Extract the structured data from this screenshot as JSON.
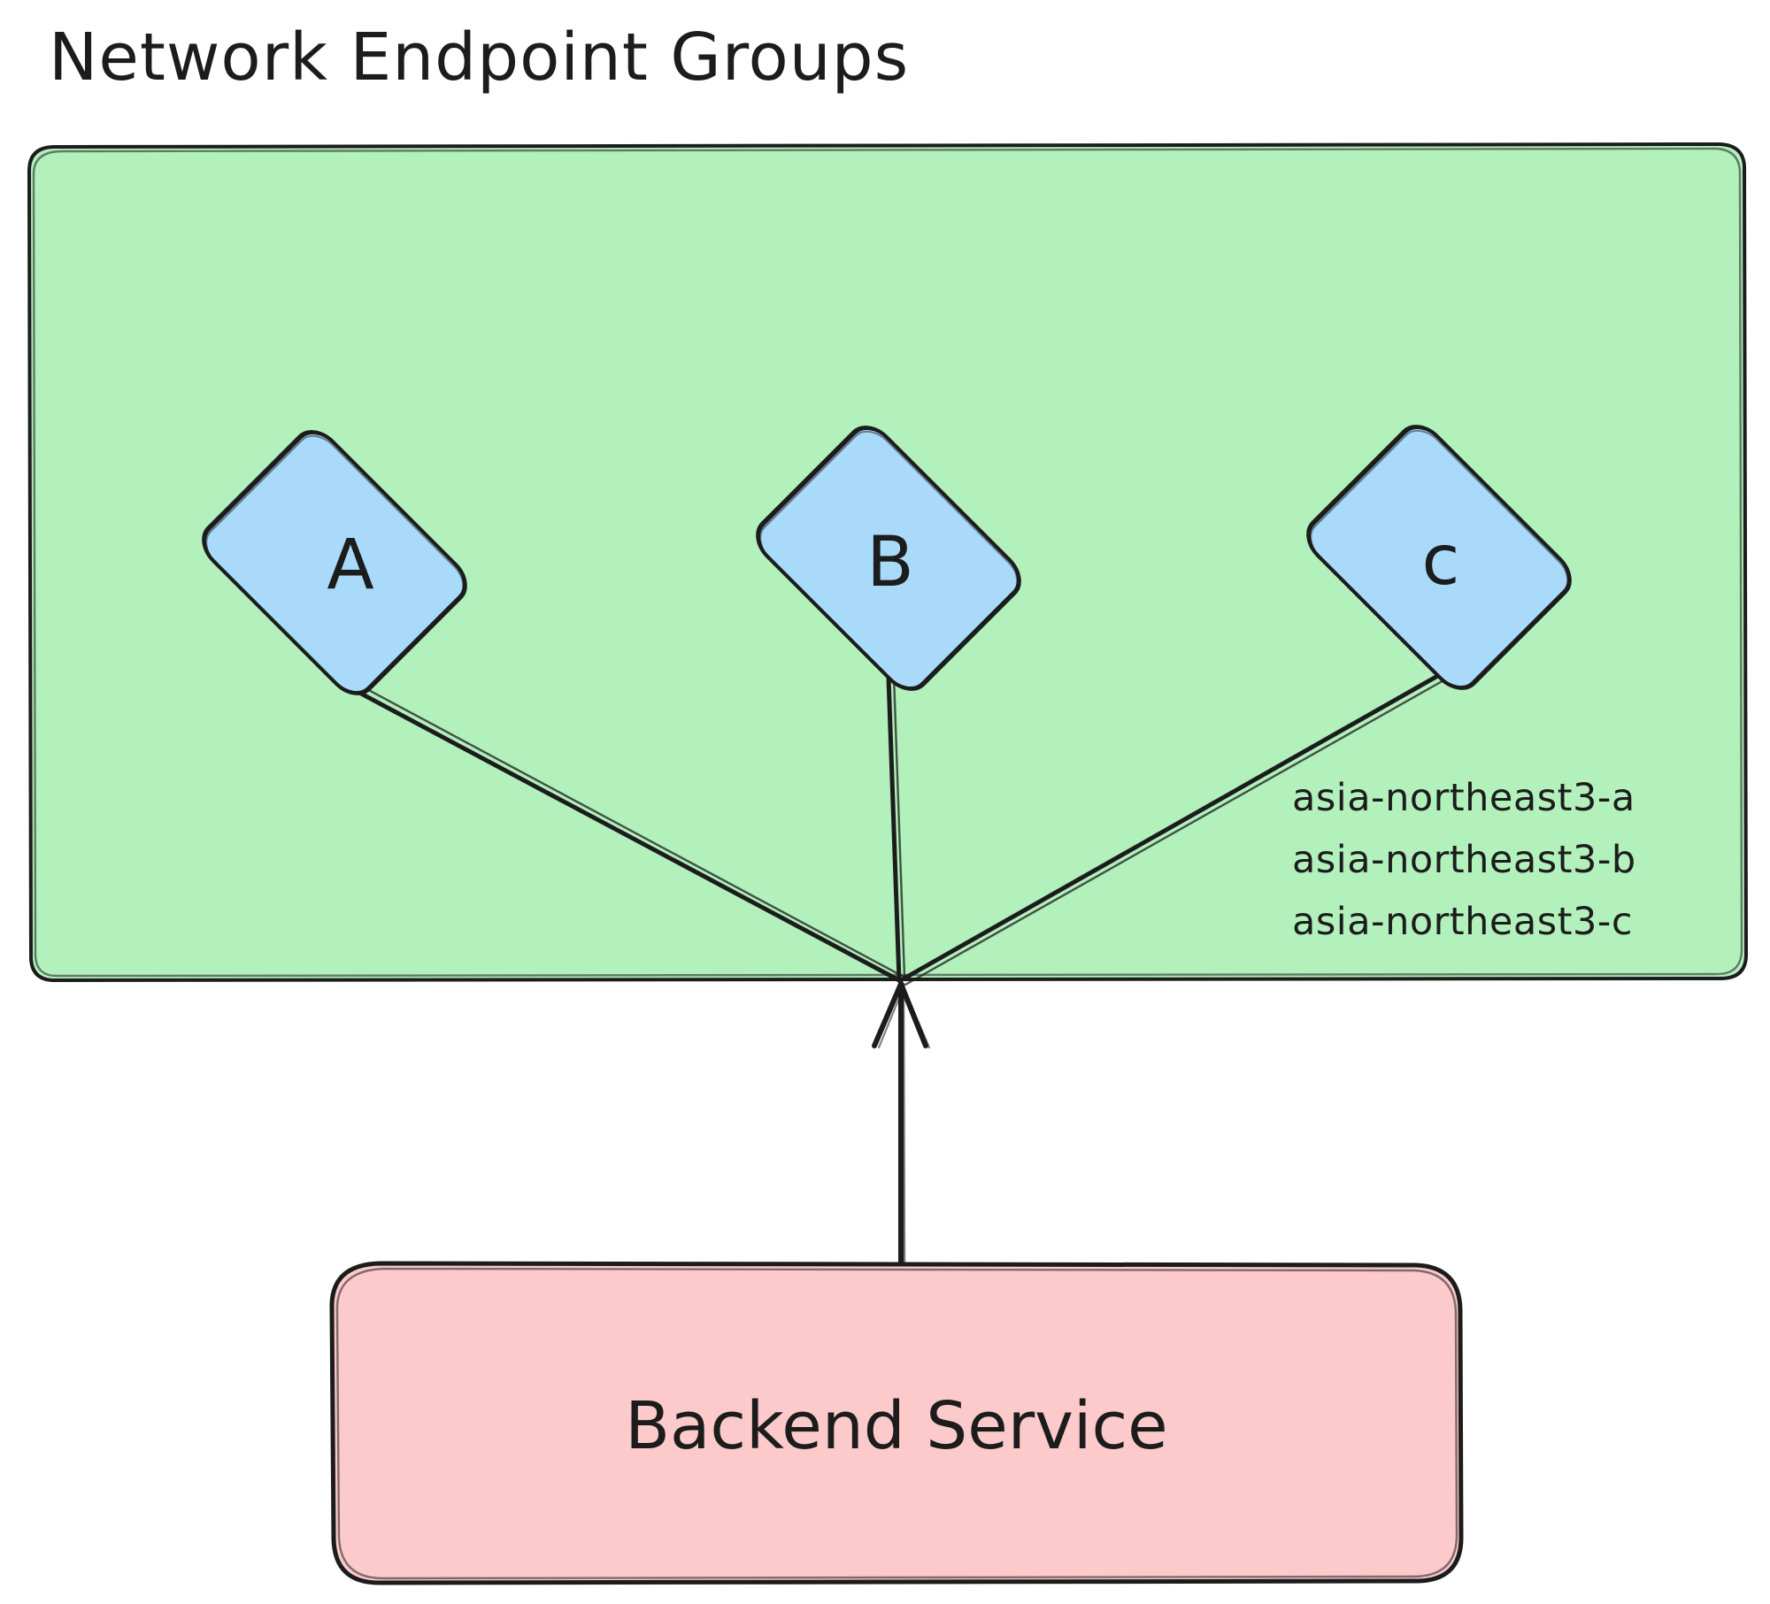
{
  "diagram": {
    "title": "Network Endpoint Groups",
    "background_color": "#ffffff",
    "groups": [
      {
        "name": "network-endpoint-groups-container",
        "label": "Network Endpoint Groups",
        "fill_color": "#b2f0bc",
        "stroke_color": "#1c1c1c"
      }
    ],
    "nodes": [
      {
        "id": "neg-a",
        "label": "A",
        "shape": "diamond",
        "fill_color": "#a9daf9",
        "stroke_color": "#1c1c1c"
      },
      {
        "id": "neg-b",
        "label": "B",
        "shape": "diamond",
        "fill_color": "#a9daf9",
        "stroke_color": "#1c1c1c"
      },
      {
        "id": "neg-c",
        "label": "c",
        "shape": "diamond",
        "fill_color": "#a9daf9",
        "stroke_color": "#1c1c1c"
      }
    ],
    "zone_labels": [
      "asia-northeast3-a",
      "asia-northeast3-b",
      "asia-northeast3-c"
    ],
    "backend": {
      "id": "backend-service",
      "label": "Backend Service",
      "shape": "rounded-rectangle",
      "fill_color": "#fccacb",
      "stroke_color": "#1c1c1c"
    },
    "connections": [
      {
        "from": "neg-a",
        "to": "backend-service",
        "style": "line"
      },
      {
        "from": "neg-b",
        "to": "backend-service",
        "style": "line"
      },
      {
        "from": "neg-c",
        "to": "backend-service",
        "style": "line"
      },
      {
        "from": "backend-service",
        "to": "negs-junction",
        "style": "arrow-up"
      }
    ]
  }
}
